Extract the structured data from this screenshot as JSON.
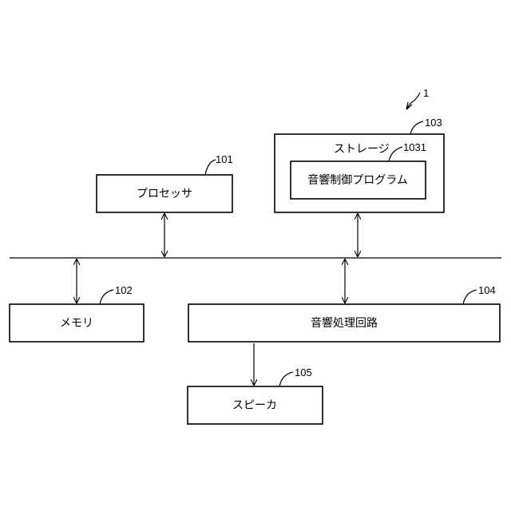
{
  "diagram": {
    "system_ref": "1",
    "processor": {
      "label": "プロセッサ",
      "ref": "101"
    },
    "memory": {
      "label": "メモリ",
      "ref": "102"
    },
    "storage": {
      "label": "ストレージ",
      "ref": "103"
    },
    "program": {
      "label": "音響制御プログラム",
      "ref": "1031"
    },
    "audio_circuit": {
      "label": "音響処理回路",
      "ref": "104"
    },
    "speaker": {
      "label": "スピーカ",
      "ref": "105"
    }
  },
  "colors": {
    "line": "#000000",
    "background": "#ffffff"
  }
}
